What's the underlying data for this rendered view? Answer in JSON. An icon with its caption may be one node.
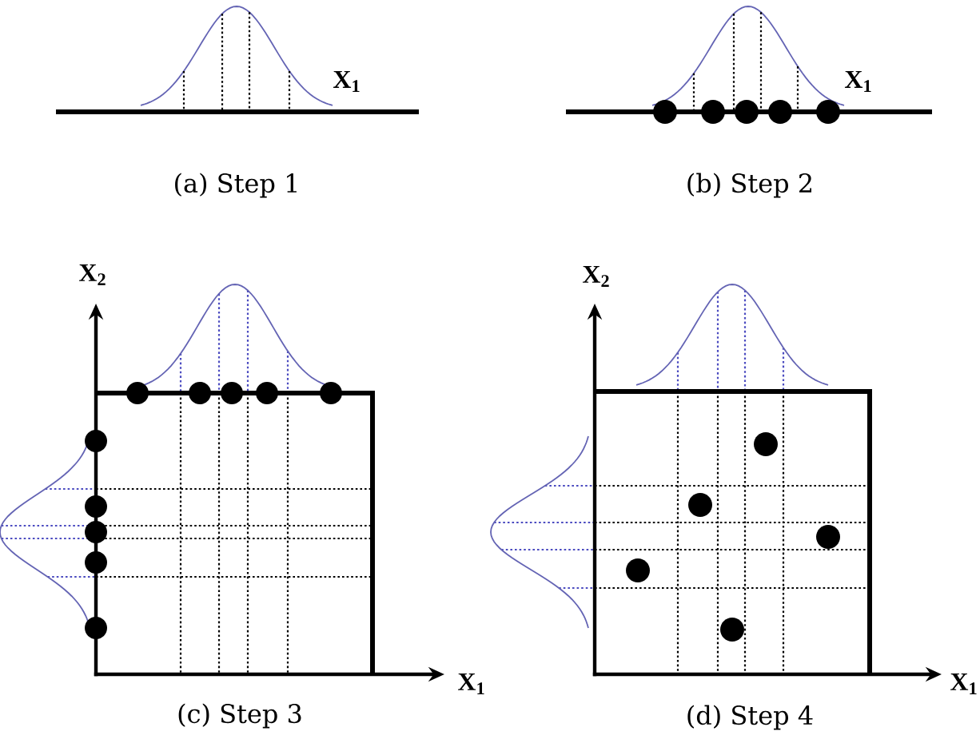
{
  "diagram": {
    "labels": [
      "X$_{1}$",
      "(a) Step 1",
      "X$_{1}$",
      "(b) Step 2",
      "X$_{2}$",
      "X$_{1}$",
      "(c) Step 3",
      "X$_{2}$",
      "X$_{1}$",
      "(d) Step 4"
    ]
  }
}
